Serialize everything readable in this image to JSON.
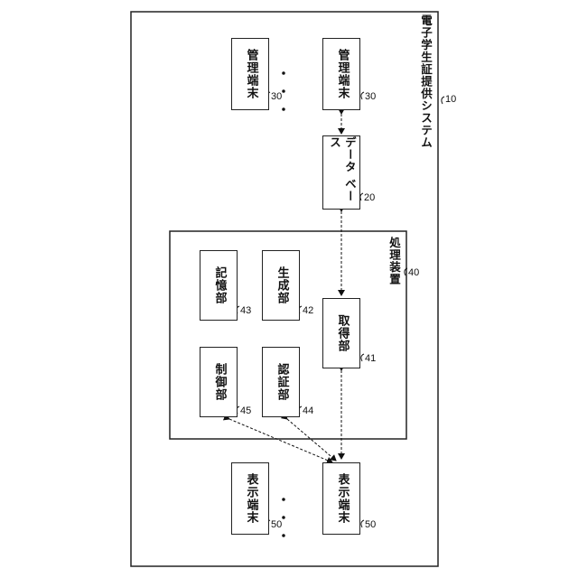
{
  "system": {
    "title": "電子学生証提供システム",
    "ref": "10"
  },
  "database": {
    "label": "データ ベース",
    "ref": "20"
  },
  "processing_device": {
    "title": "処理装置",
    "ref": "40",
    "units": [
      {
        "key": "acquisition",
        "label": "取得部",
        "ref": "41"
      },
      {
        "key": "generation",
        "label": "生成部",
        "ref": "42"
      },
      {
        "key": "storage",
        "label": "記憶部",
        "ref": "43"
      },
      {
        "key": "authentication",
        "label": "認証部",
        "ref": "44"
      },
      {
        "key": "control",
        "label": "制御部",
        "ref": "45"
      }
    ]
  },
  "admin_terminals": [
    {
      "label": "管理端末",
      "ref": "30"
    },
    {
      "label": "管理端末",
      "ref": "30"
    }
  ],
  "display_terminals": [
    {
      "label": "表示端末",
      "ref": "50"
    },
    {
      "label": "表示端末",
      "ref": "50"
    }
  ],
  "ellipsis": "・・・"
}
